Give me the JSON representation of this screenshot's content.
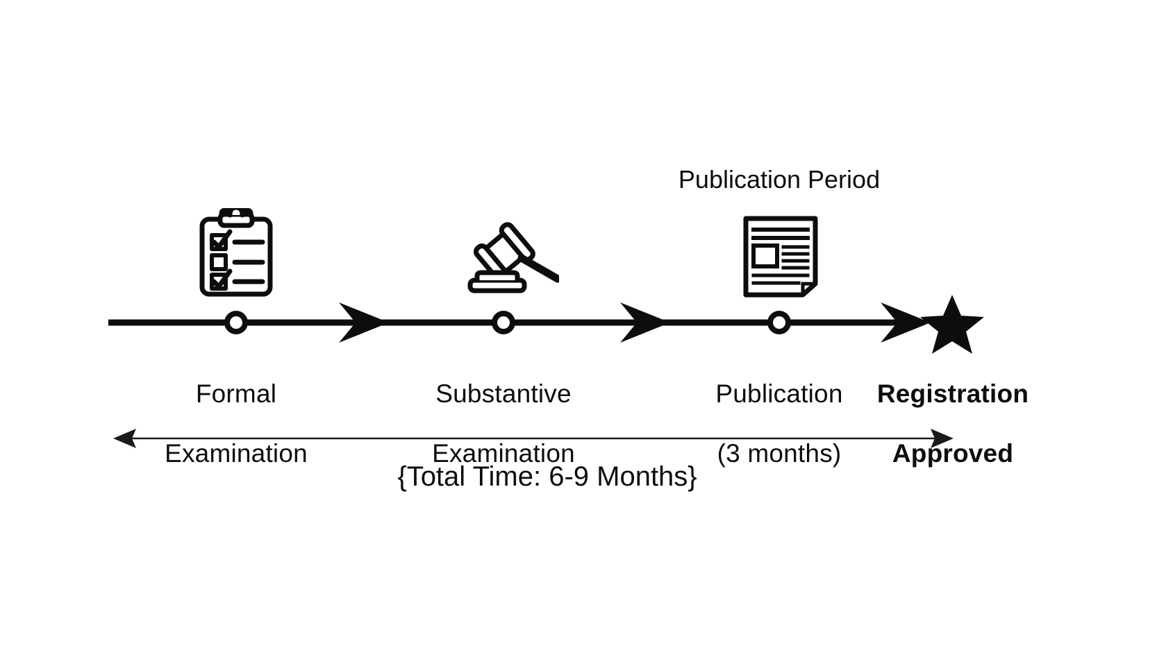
{
  "diagram": {
    "title_visible": false,
    "background_color": "#ffffff",
    "stroke_color": "#0d0d0d"
  },
  "timeline": {
    "annotation_above": {
      "text": "Publication Period",
      "anchor_stage_index": 2
    },
    "stages": [
      {
        "id": "formal-examination",
        "icon": "clipboard-checklist-icon",
        "label_line1": "Formal",
        "label_line2": "Examination",
        "bold": false,
        "marker": "circle-node"
      },
      {
        "id": "substantive-examination",
        "icon": "gavel-icon",
        "label_line1": "Substantive",
        "label_line2": "Examination",
        "bold": false,
        "marker": "circle-node"
      },
      {
        "id": "publication",
        "icon": "newspaper-icon",
        "label_line1": "Publication",
        "label_line2": "(3 months)",
        "bold": false,
        "marker": "circle-node"
      },
      {
        "id": "registration-approved",
        "icon": "star-icon",
        "label_line1": "Registration",
        "label_line2": "Approved",
        "bold": true,
        "marker": "star"
      }
    ],
    "connector_arrows": 3,
    "span_measure": {
      "label": "{Total Time: 6-9 Months}",
      "arrow_style": "double-headed"
    }
  }
}
